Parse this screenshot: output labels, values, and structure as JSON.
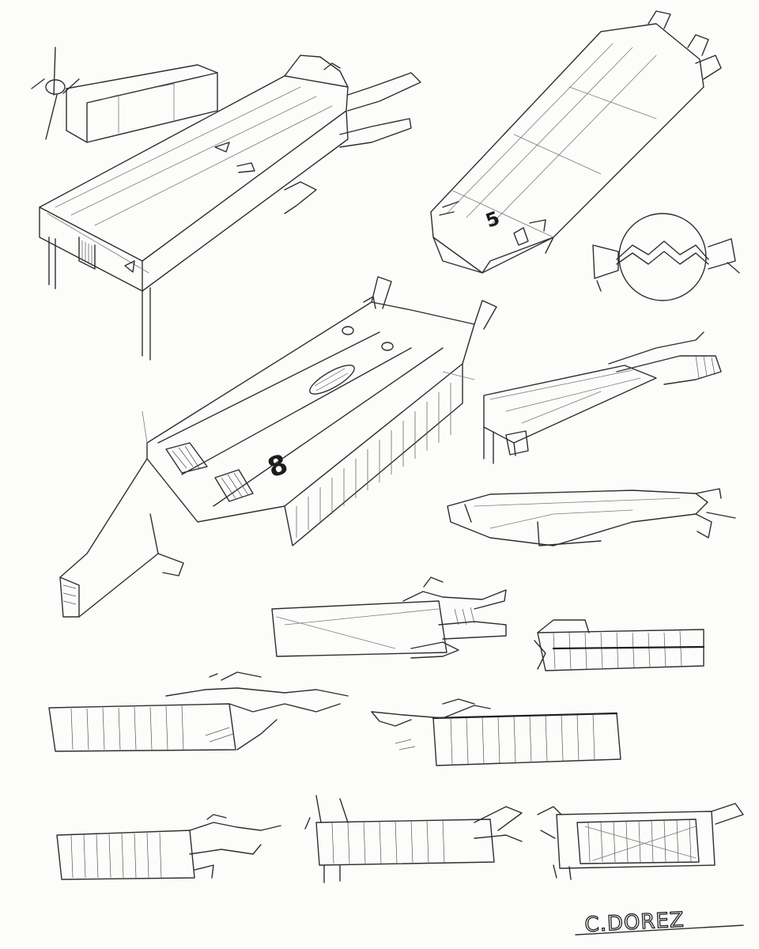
{
  "sheet": {
    "background": "#fcfcfb",
    "ink_color": "#2e2e2e",
    "hull_numbers": [
      "5",
      "8"
    ],
    "signature": "C.DOREZ"
  }
}
